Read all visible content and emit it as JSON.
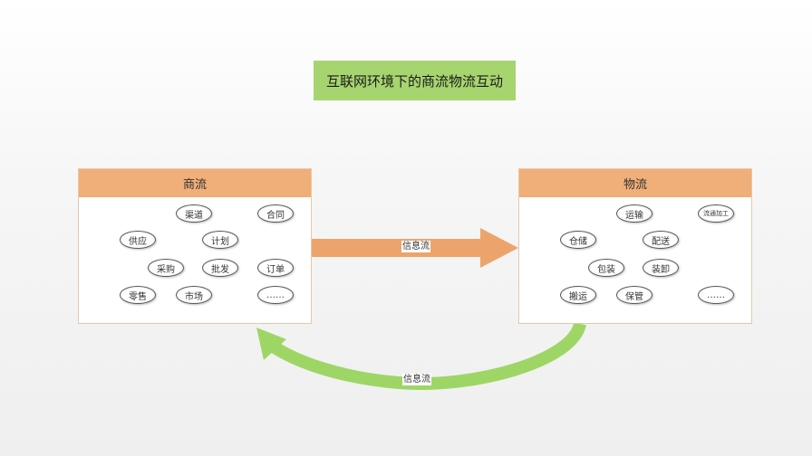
{
  "title": "互联网环境下的商流物流互动",
  "left_panel": {
    "header": "商流",
    "items": [
      "渠道",
      "合同",
      "供应",
      "计划",
      "采购",
      "批发",
      "订单",
      "零售",
      "市场",
      "……"
    ]
  },
  "right_panel": {
    "header": "物流",
    "items": [
      "运输",
      "流通加工",
      "仓储",
      "配送",
      "包装",
      "装卸",
      "搬运",
      "保管",
      "……"
    ]
  },
  "arrow_top_label": "信息流",
  "arrow_bottom_label": "信息流",
  "colors": {
    "title_bg": "#a6d56f",
    "header_bg": "#f0ae78",
    "orange_arrow": "#eda46c",
    "green_arrow": "#9ed666"
  }
}
